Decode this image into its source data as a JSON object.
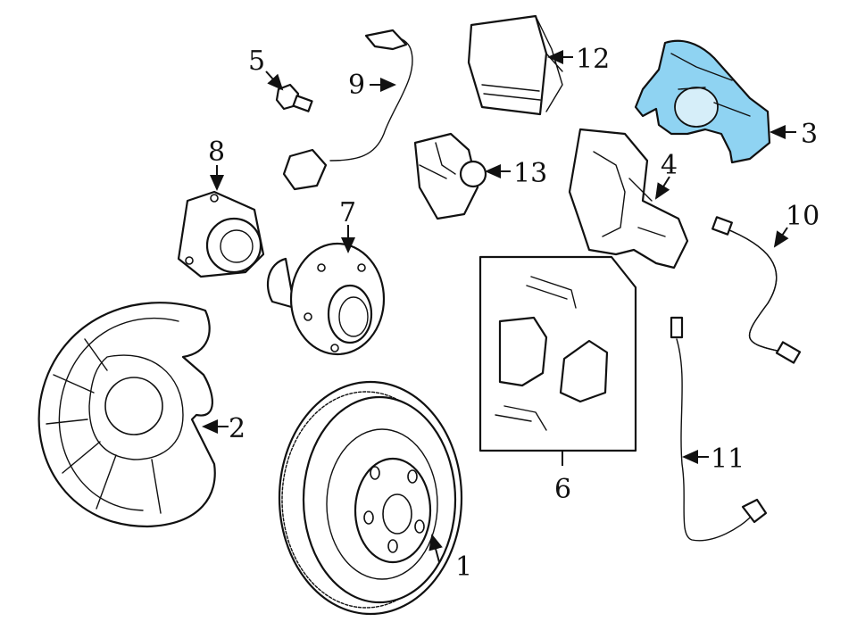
{
  "colors": {
    "highlight": "#8FD3F2",
    "line": "#111111",
    "background": "#ffffff"
  },
  "callouts": [
    {
      "id": "1",
      "text": "1"
    },
    {
      "id": "2",
      "text": "2"
    },
    {
      "id": "3",
      "text": "3"
    },
    {
      "id": "4",
      "text": "4"
    },
    {
      "id": "5",
      "text": "5"
    },
    {
      "id": "6",
      "text": "6"
    },
    {
      "id": "7",
      "text": "7"
    },
    {
      "id": "8",
      "text": "8"
    },
    {
      "id": "9",
      "text": "9"
    },
    {
      "id": "10",
      "text": "10"
    },
    {
      "id": "11",
      "text": "11"
    },
    {
      "id": "12",
      "text": "12"
    },
    {
      "id": "13",
      "text": "13"
    }
  ],
  "highlighted_part": "3"
}
